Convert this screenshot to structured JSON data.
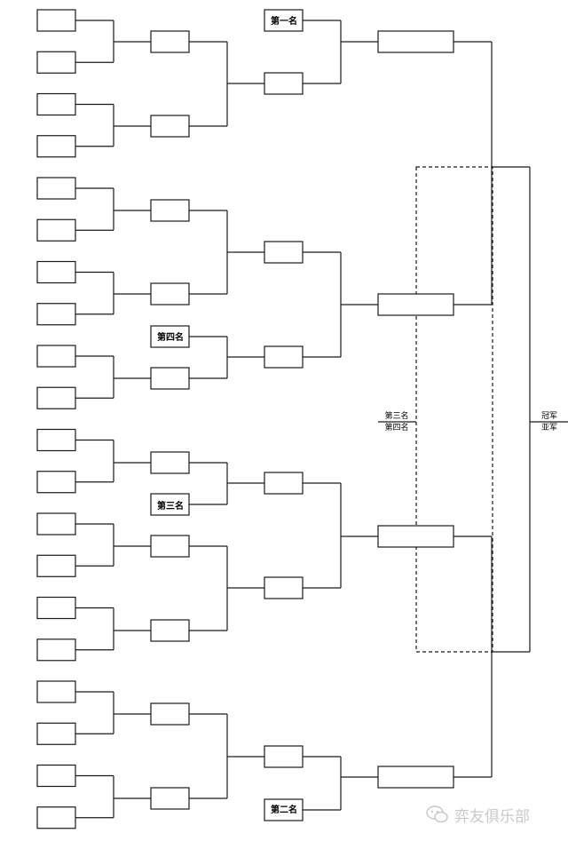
{
  "labels": {
    "first_place": "第一名",
    "second_place": "第二名",
    "third_place": "第三名",
    "fourth_place": "第四名",
    "third_fourth_match": [
      "第三名",
      "第四名"
    ],
    "champion_runner_up": [
      "冠军",
      "亚军"
    ]
  },
  "watermark": {
    "text": "弈友俱乐部",
    "color": "#c9c9c9"
  },
  "colors": {
    "line": "#1a1a1a",
    "box_fill": "#ffffff"
  }
}
